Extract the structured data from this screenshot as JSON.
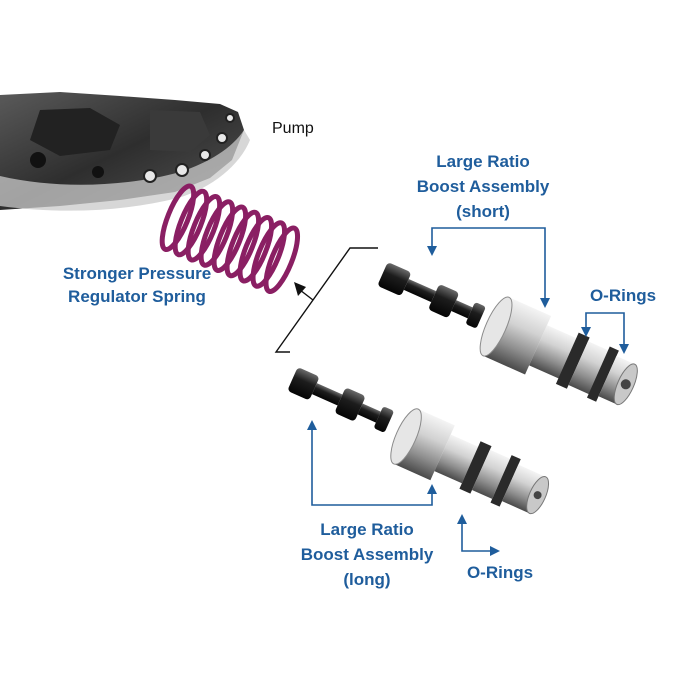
{
  "labels": {
    "pump": "Pump",
    "spring_line1": "Stronger Pressure",
    "spring_line2": "Regulator Spring",
    "short_line1": "Large Ratio",
    "short_line2": "Boost Assembly",
    "short_line3": "(short)",
    "long_line1": "Large Ratio",
    "long_line2": "Boost Assembly",
    "long_line3": "(long)",
    "orings_top": "O-Rings",
    "orings_bottom": "O-Rings"
  },
  "colors": {
    "label_blue": "#1f5d9c",
    "spring": "#8a1f63",
    "metal_dark": "#2a2a2a",
    "metal_light": "#d9d9d9"
  }
}
